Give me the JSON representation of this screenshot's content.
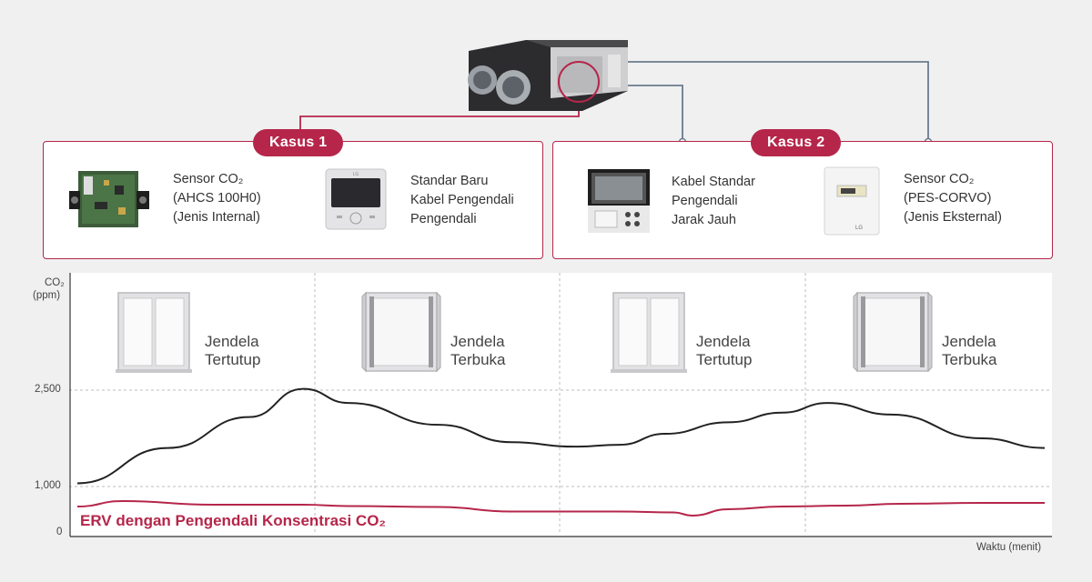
{
  "case1": {
    "badge": "Kasus 1",
    "device_a_lines": [
      "Sensor CO₂",
      "(AHCS 100H0)",
      "(Jenis Internal)"
    ],
    "device_b_lines": [
      "Standar Baru",
      "Kabel Pengendali",
      "Pengendali"
    ]
  },
  "case2": {
    "badge": "Kasus 2",
    "device_a_lines": [
      "Kabel Standar",
      "Pengendali",
      "Jarak Jauh"
    ],
    "device_b_lines": [
      "Sensor CO₂",
      "(PES-CORVO)",
      "(Jenis Eksternal)"
    ]
  },
  "device_logo_text": "LG",
  "colors": {
    "accent": "#b5264a",
    "line": "#222222",
    "wire": "#6b7b8c"
  },
  "windows": [
    {
      "state": "closed",
      "lines": [
        "Jendela",
        "Tertutup"
      ]
    },
    {
      "state": "open",
      "lines": [
        "Jendela",
        "Terbuka"
      ]
    },
    {
      "state": "closed",
      "lines": [
        "Jendela",
        "Tertutup"
      ]
    },
    {
      "state": "open",
      "lines": [
        "Jendela",
        "Terbuka"
      ]
    }
  ],
  "chart_data": {
    "type": "line",
    "ylabel": "CO₂ (ppm)",
    "ylabel_lines": [
      "CO₂",
      "(ppm)"
    ],
    "xlabel": "Waktu (menit)",
    "y_ticks": [
      {
        "value": 0,
        "label": "0"
      },
      {
        "value": 1000,
        "label": "1,000"
      },
      {
        "value": 2500,
        "label": "2,500"
      }
    ],
    "x_range": [
      0,
      100
    ],
    "y_axis_points": [
      [
        0,
        0
      ],
      [
        1000,
        1000
      ],
      [
        2500,
        2500
      ]
    ],
    "series": [
      {
        "name": "",
        "values": [
          [
            0,
            1050
          ],
          [
            10,
            1600
          ],
          [
            19,
            2080
          ],
          [
            25,
            2520
          ],
          [
            30,
            2300
          ],
          [
            40,
            1960
          ],
          [
            48,
            1690
          ],
          [
            55,
            1620
          ],
          [
            60,
            1650
          ],
          [
            65,
            1820
          ],
          [
            72,
            2000
          ],
          [
            78,
            2150
          ],
          [
            83,
            2300
          ],
          [
            90,
            2120
          ],
          [
            100,
            1750
          ],
          [
            107,
            1600
          ]
        ]
      },
      {
        "name": "ERV dengan Pengendali Konsentrasi CO₂",
        "values": [
          [
            0,
            560
          ],
          [
            5,
            680
          ],
          [
            15,
            600
          ],
          [
            25,
            600
          ],
          [
            30,
            570
          ],
          [
            40,
            550
          ],
          [
            48,
            450
          ],
          [
            60,
            450
          ],
          [
            66,
            430
          ],
          [
            68,
            360
          ],
          [
            72,
            500
          ],
          [
            78,
            560
          ],
          [
            85,
            580
          ],
          [
            91,
            620
          ],
          [
            100,
            640
          ],
          [
            107,
            640
          ]
        ]
      }
    ]
  }
}
